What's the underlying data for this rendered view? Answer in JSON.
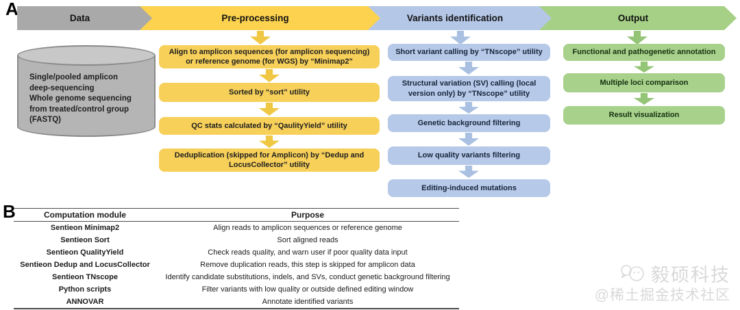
{
  "panelA": {
    "label": "A",
    "headers": [
      {
        "label": "Data",
        "color": "#a9a9a9"
      },
      {
        "label": "Pre-processing",
        "color": "#fcd24f"
      },
      {
        "label": "Variants identification",
        "color": "#b4c7e7"
      },
      {
        "label": "Output",
        "color": "#a5d086"
      }
    ],
    "data_cylinder": {
      "text": "Single/pooled amplicon\ndeep-sequencing\nWhole genome sequencing\nfrom treated/control group\n(FASTQ)"
    },
    "preprocessing_steps": [
      "Align to amplicon sequences (for amplicon sequencing) or reference genome (for WGS) by “Minimap2”",
      "Sorted by “sort” utility",
      "QC stats calculated by “QaulityYield” utility",
      "Deduplication (skipped for Amplicon) by “Dedup and LocusCollector” utility"
    ],
    "variants_steps": [
      "Short variant calling by “TNscope” utility",
      "Structural variation (SV) calling (local version only) by “TNscope” utility",
      "Genetic background filtering",
      "Low quality variants filtering",
      "Editing-induced mutations"
    ],
    "output_steps": [
      "Functional and pathogenetic annotation",
      "Multiple loci comparison",
      "Result visualization"
    ]
  },
  "panelB": {
    "label": "B",
    "table": {
      "headers": [
        "Computation module",
        "Purpose"
      ],
      "rows": [
        {
          "module": "Sentieon Minimap2",
          "purpose": "Align reads to amplicon sequences or reference genome"
        },
        {
          "module": "Sentieon Sort",
          "purpose": "Sort aligned reads"
        },
        {
          "module": "Sentieon QualityYield",
          "purpose": "Check reads quality, and warn user if poor quality data input"
        },
        {
          "module": "Sentieon Dedup and LocusCollector",
          "purpose": "Remove duplication reads, this step is skipped for amplicon data"
        },
        {
          "module": "Sentieon TNscope",
          "purpose": "Identify candidate substitutions, indels, and SVs, conduct genetic background filtering"
        },
        {
          "module": "Python scripts",
          "purpose": "Filter variants with low quality or outside defined editing window"
        },
        {
          "module": "ANNOVAR",
          "purpose": "Annotate identified variants"
        }
      ]
    }
  },
  "watermark": {
    "brand": "毅硕科技",
    "community": "@稀土掘金技术社区"
  },
  "colors": {
    "data_gray": "#a9a9a9",
    "preprocessing_yellow": "#f7d05a",
    "variants_blue": "#b6c9e8",
    "output_green": "#a8d18c"
  }
}
